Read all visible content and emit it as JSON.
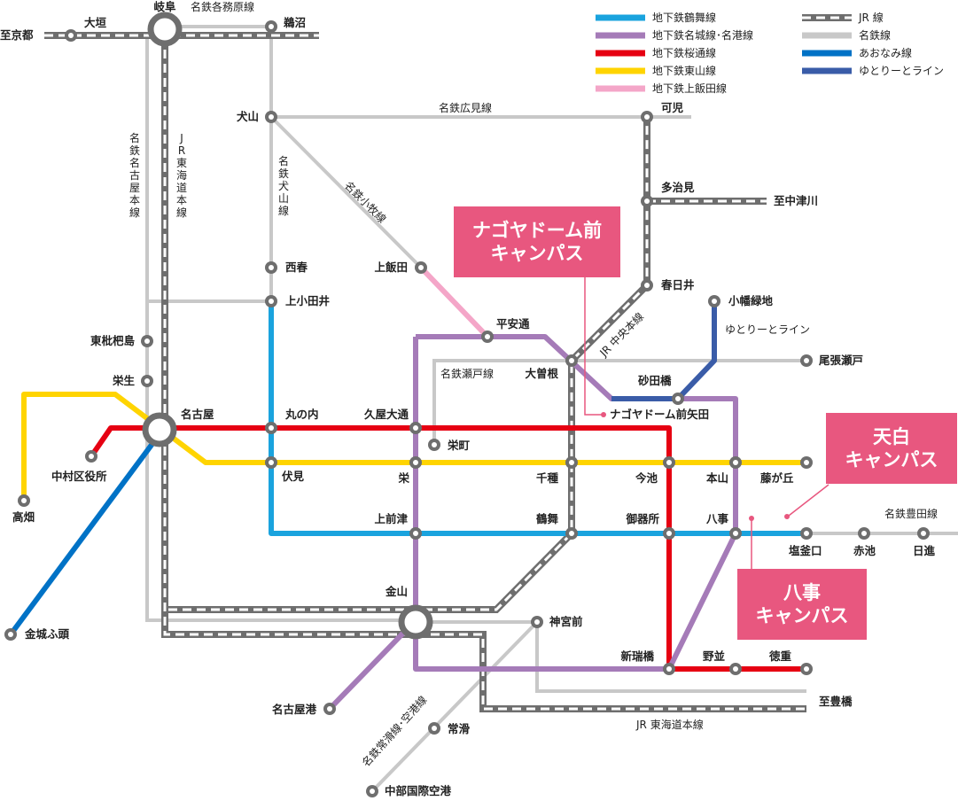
{
  "colors": {
    "tsurumai": "#1aa3de",
    "meijo": "#a57bb8",
    "sakuradori": "#e60012",
    "higashiyama": "#ffd400",
    "kamiiida": "#f4a6c8",
    "meitetsu": "#c8c8c8",
    "aonami": "#0072c6",
    "yutorito": "#3a5ca8",
    "jr_dark": "#6e6e6e",
    "campus": "#e8577f",
    "station_ring": "#6e6e6e"
  },
  "legend": [
    {
      "label": "地下鉄鶴舞線",
      "color_key": "tsurumai",
      "kind": "solid"
    },
    {
      "label": "地下鉄名城線･名港線",
      "color_key": "meijo",
      "kind": "solid"
    },
    {
      "label": "地下鉄桜通線",
      "color_key": "sakuradori",
      "kind": "solid"
    },
    {
      "label": "地下鉄東山線",
      "color_key": "higashiyama",
      "kind": "solid"
    },
    {
      "label": "地下鉄上飯田線",
      "color_key": "kamiiida",
      "kind": "solid"
    },
    {
      "label": "JR 線",
      "color_key": "jr_dark",
      "kind": "jr"
    },
    {
      "label": "名鉄線",
      "color_key": "meitetsu",
      "kind": "solid"
    },
    {
      "label": "あおなみ線",
      "color_key": "aonami",
      "kind": "solid"
    },
    {
      "label": "ゆとりーとライン",
      "color_key": "yutorito",
      "kind": "solid"
    }
  ],
  "line_labels": [
    {
      "text": "名鉄各務原線"
    },
    {
      "text": "名鉄広見線"
    },
    {
      "text": "名鉄瀬戸線"
    },
    {
      "text": "名鉄豊田線"
    },
    {
      "text": "ゆとりーとライン"
    },
    {
      "text": "JR 東海道本線"
    }
  ],
  "rotated_labels": [
    {
      "text": "名鉄小牧線"
    },
    {
      "text": "JR 中央本線"
    },
    {
      "text": "名鉄常滑線･空港線"
    }
  ],
  "vertical_labels": [
    {
      "text": "名鉄名古屋本線"
    },
    {
      "text": "JR東海道本線"
    },
    {
      "text": "名鉄犬山線"
    }
  ],
  "stations": [
    {
      "name": "大垣"
    },
    {
      "name": "岐阜"
    },
    {
      "name": "鵜沼"
    },
    {
      "name": "至京都"
    },
    {
      "name": "犬山"
    },
    {
      "name": "可児"
    },
    {
      "name": "多治見"
    },
    {
      "name": "至中津川"
    },
    {
      "name": "西春"
    },
    {
      "name": "上飯田"
    },
    {
      "name": "上小田井"
    },
    {
      "name": "春日井"
    },
    {
      "name": "小幡緑地"
    },
    {
      "name": "平安通"
    },
    {
      "name": "東枇杷島"
    },
    {
      "name": "尾張瀬戸"
    },
    {
      "name": "大曽根"
    },
    {
      "name": "砂田橋"
    },
    {
      "name": "栄生"
    },
    {
      "name": "名古屋"
    },
    {
      "name": "丸の内"
    },
    {
      "name": "久屋大通"
    },
    {
      "name": "ナゴヤドーム前矢田"
    },
    {
      "name": "栄町"
    },
    {
      "name": "中村区役所"
    },
    {
      "name": "伏見"
    },
    {
      "name": "栄"
    },
    {
      "name": "千種"
    },
    {
      "name": "今池"
    },
    {
      "name": "本山"
    },
    {
      "name": "藤が丘"
    },
    {
      "name": "高畑"
    },
    {
      "name": "上前津"
    },
    {
      "name": "鶴舞"
    },
    {
      "name": "御器所"
    },
    {
      "name": "八事"
    },
    {
      "name": "塩釜口"
    },
    {
      "name": "赤池"
    },
    {
      "name": "日進"
    },
    {
      "name": "金山"
    },
    {
      "name": "神宮前"
    },
    {
      "name": "金城ふ頭"
    },
    {
      "name": "新瑞橋"
    },
    {
      "name": "野並"
    },
    {
      "name": "徳重"
    },
    {
      "name": "名古屋港"
    },
    {
      "name": "至豊橋"
    },
    {
      "name": "常滑"
    },
    {
      "name": "中部国際空港"
    }
  ],
  "campuses": [
    {
      "line1": "ナゴヤドーム前",
      "line2": "キャンパス"
    },
    {
      "line1": "天白",
      "line2": "キャンパス"
    },
    {
      "line1": "八事",
      "line2": "キャンパス"
    }
  ]
}
